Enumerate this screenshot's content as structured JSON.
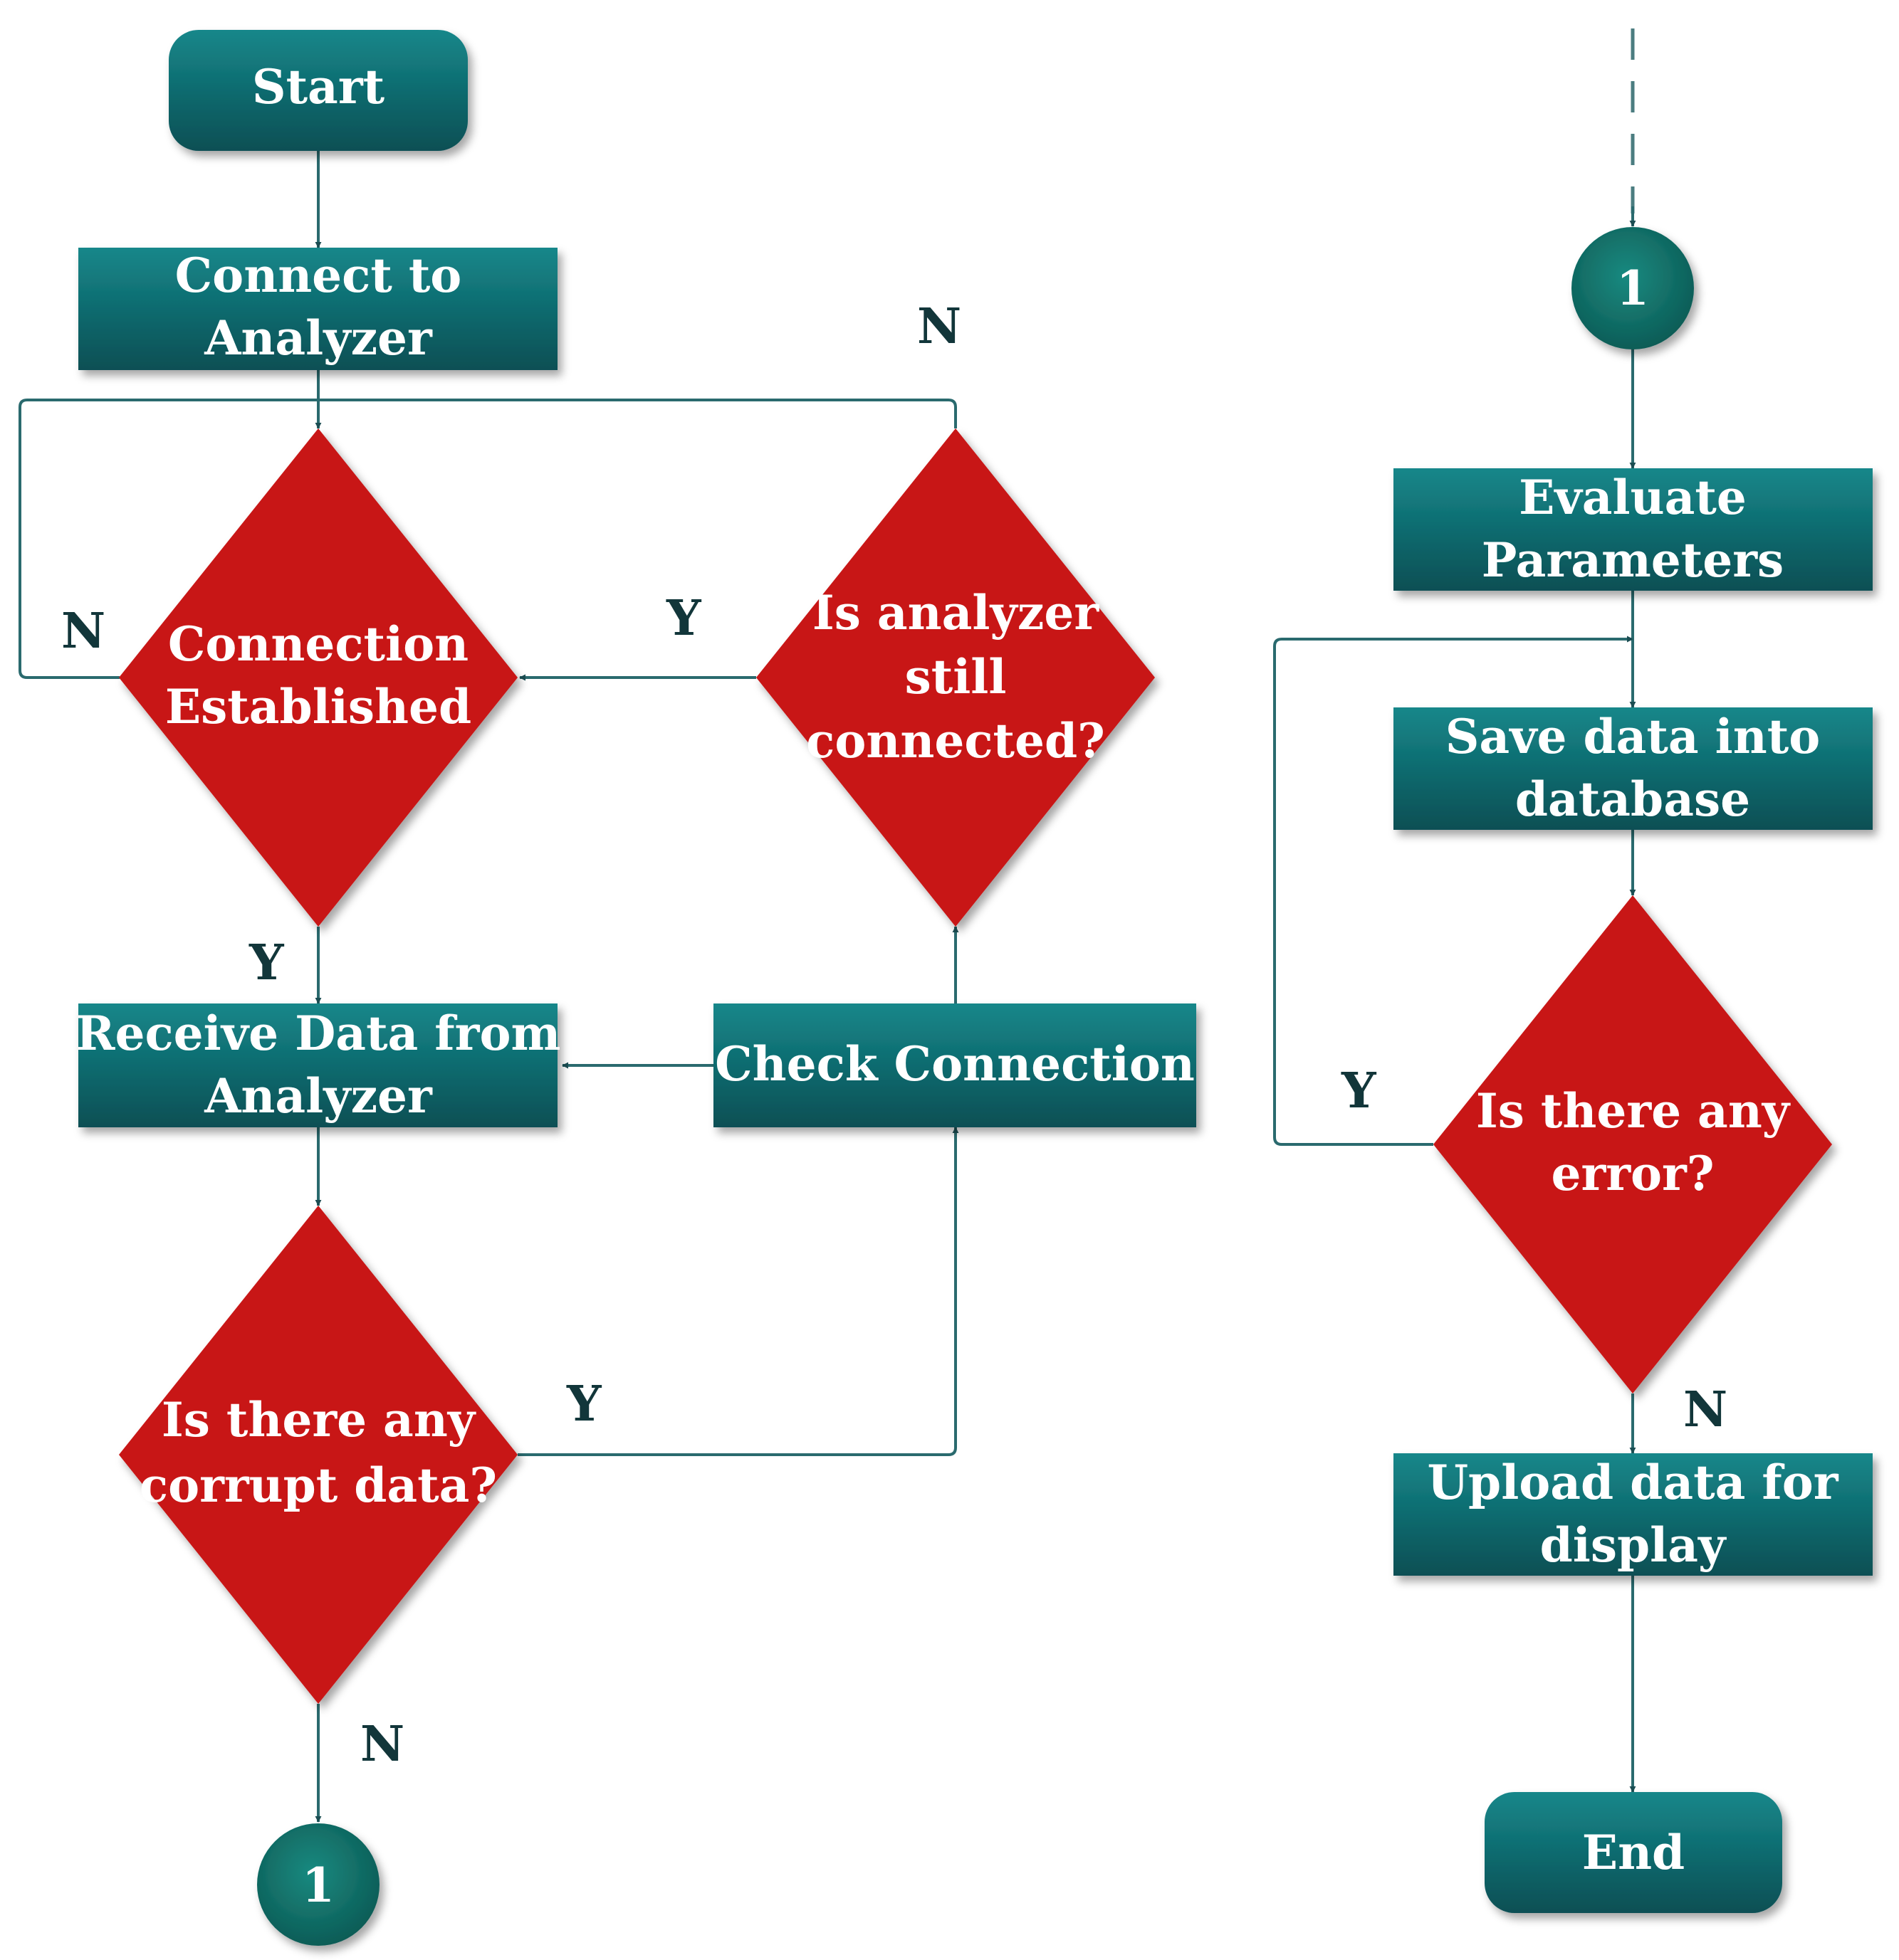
{
  "colors": {
    "process": "#0d6b6f",
    "decision": "#c81414",
    "connector": "#0f6a62",
    "line": "#2a6a6e",
    "label": "#12363a"
  },
  "nodes": {
    "start": "Start",
    "connect": [
      "Connect to",
      "Analyzer"
    ],
    "established": [
      "Connection",
      "Established"
    ],
    "still_connected": [
      "Is analyzer",
      "still",
      "connected?"
    ],
    "receive": [
      "Receive Data from",
      "Analyzer"
    ],
    "check": "Check Connection",
    "corrupt": [
      "Is there any",
      "corrupt data?"
    ],
    "connector_left": "1",
    "connector_right": "1",
    "evaluate": [
      "Evaluate",
      "Parameters"
    ],
    "save": [
      "Save data into",
      "database"
    ],
    "error": [
      "Is there any",
      "error?"
    ],
    "upload": [
      "Upload data for",
      "display"
    ],
    "end": "End"
  },
  "edge_labels": {
    "still_connected_no": "N",
    "established_no": "N",
    "still_connected_yes": "Y",
    "established_yes": "Y",
    "corrupt_yes": "Y",
    "corrupt_no": "N",
    "error_yes": "Y",
    "error_no": "N"
  }
}
